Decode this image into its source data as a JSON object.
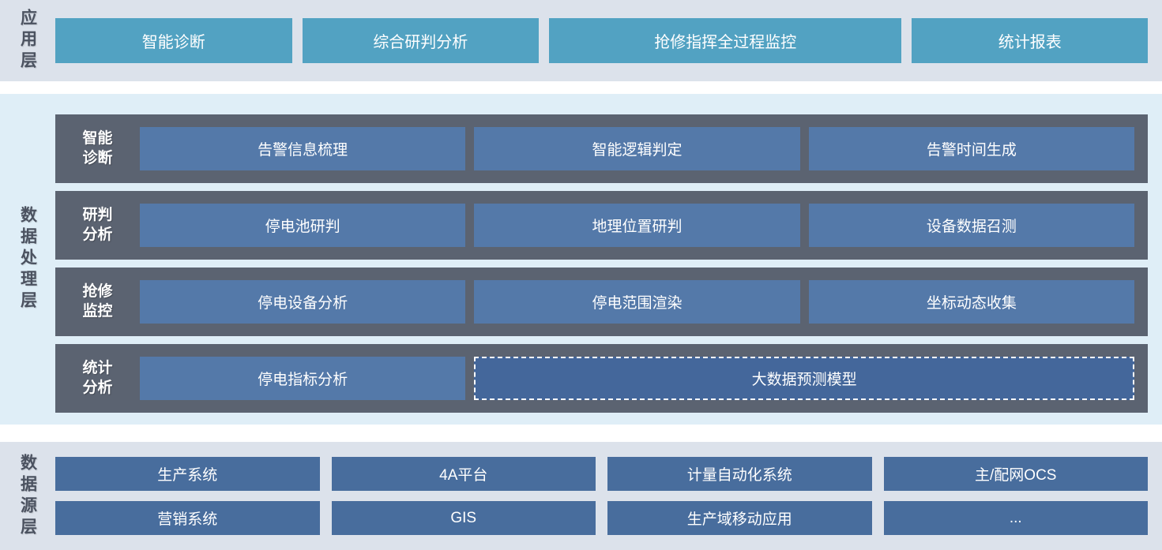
{
  "layers": {
    "app": {
      "label": "应用层",
      "buttons": [
        "智能诊断",
        "综合研判分析",
        "抢修指挥全过程监控",
        "统计报表"
      ]
    },
    "processing": {
      "label": "数据处理层",
      "rows": [
        {
          "label": "智能\n诊断",
          "items": [
            {
              "text": "告警信息梳理"
            },
            {
              "text": "智能逻辑判定"
            },
            {
              "text": "告警时间生成"
            }
          ]
        },
        {
          "label": "研判\n分析",
          "items": [
            {
              "text": "停电池研判"
            },
            {
              "text": "地理位置研判"
            },
            {
              "text": "设备数据召测"
            }
          ]
        },
        {
          "label": "抢修\n监控",
          "items": [
            {
              "text": "停电设备分析"
            },
            {
              "text": "停电范围渲染"
            },
            {
              "text": "坐标动态收集"
            }
          ]
        },
        {
          "label": "统计\n分析",
          "items": [
            {
              "text": "停电指标分析"
            },
            {
              "text": "大数据预测模型",
              "style": "dashed"
            }
          ]
        }
      ]
    },
    "source": {
      "label": "数据源层",
      "buttons_row1": [
        "生产系统",
        "4A平台",
        "计量自动化系统",
        "主/配网OCS"
      ],
      "buttons_row2": [
        "营销系统",
        "GIS",
        "生产域移动应用",
        "..."
      ]
    }
  },
  "colors": {
    "app_band_bg": "#dce2eb",
    "processing_band_bg": "#dfeef7",
    "source_band_bg": "#dce2eb",
    "app_button_bg": "#52a2c2",
    "processing_row_bg": "#5b6371",
    "processing_item_bg": "#5479a9",
    "dashed_item_bg": "#44679b",
    "source_button_bg": "#486d9d",
    "layer_label_color": "#4b5260",
    "button_text_color": "#ffffff"
  }
}
